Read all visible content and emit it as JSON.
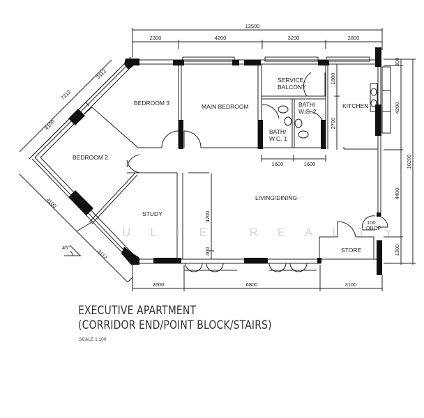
{
  "plan": {
    "title_line1": "EXECUTIVE APARTMENT",
    "title_line2": "(CORRIDOR END/POINT BLOCK/STAIRS)",
    "scale": "SCALE   1:100",
    "watermark": "ULIE REALTY",
    "angle_label": "45°"
  },
  "rooms": {
    "bedroom3": "BEDROOM 3",
    "main_bedroom": "MAIN BEDROOM",
    "service_balcony_1": "SERVICE",
    "service_balcony_2": "BALCONY",
    "kitchen": "KITCHEN",
    "bath2_1": "BATH/",
    "bath2_2": "W.C. 2",
    "bath1_1": "BATH/",
    "bath1_2": "W.C. 1",
    "bedroom2": "BEDROOM 2",
    "study": "STUDY",
    "living_dining": "LIVING/DINING",
    "store": "STORE",
    "drop_1": "100",
    "drop_2": "DROP"
  },
  "dimensions": {
    "top_total": "12500",
    "top_segments": [
      "2300",
      "4200",
      "3200",
      "2800"
    ],
    "bottom_segments": [
      "2600",
      "6800",
      "3100"
    ],
    "right_total": "10200",
    "right_segments": [
      "300",
      "4200",
      "4400",
      "1300"
    ],
    "kitchen_vertical": [
      "1800",
      "2700"
    ],
    "bath_widths": [
      "1600",
      "1600"
    ],
    "living_vertical": [
      "4200",
      "300"
    ],
    "diagonal_upper_total": "7212",
    "diagonal_upper_segments": [
      "4100",
      "3112"
    ],
    "diagonal_lower_segments": [
      "4100",
      "3112"
    ]
  }
}
